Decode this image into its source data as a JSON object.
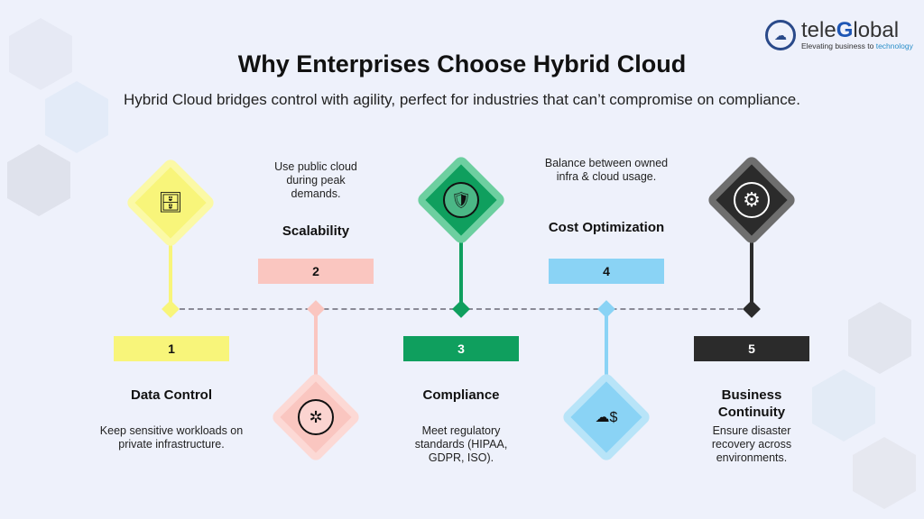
{
  "logo": {
    "name_pre": "tele",
    "name_g": "G",
    "name_post": "lobal",
    "tagline_pre": "Elevating business to ",
    "tagline_accent": "technology"
  },
  "header": {
    "title": "Why Enterprises Choose Hybrid Cloud",
    "subtitle": "Hybrid Cloud bridges control with agility, perfect for industries that can’t compromise on compliance."
  },
  "items": [
    {
      "number": "1",
      "title": "Data Control",
      "description": "Keep sensitive workloads on private infrastructure.",
      "icon": "database-icon",
      "color": "#f8f57a"
    },
    {
      "number": "2",
      "title": "Scalability",
      "description": "Use public cloud during peak demands.",
      "icon": "network-hub-icon",
      "color": "#fac6c0"
    },
    {
      "number": "3",
      "title": "Compliance",
      "description": "Meet regulatory standards (HIPAA, GDPR, ISO).",
      "icon": "shield-check-icon",
      "color": "#0f9f5e"
    },
    {
      "number": "4",
      "title": "Cost Optimization",
      "description": "Balance between owned infra & cloud usage.",
      "icon": "cloud-dollar-icon",
      "color": "#8ad3f5"
    },
    {
      "number": "5",
      "title": "Business Continuity",
      "description": "Ensure disaster recovery across environments.",
      "icon": "gear-cycle-icon",
      "color": "#2b2b2b"
    }
  ]
}
